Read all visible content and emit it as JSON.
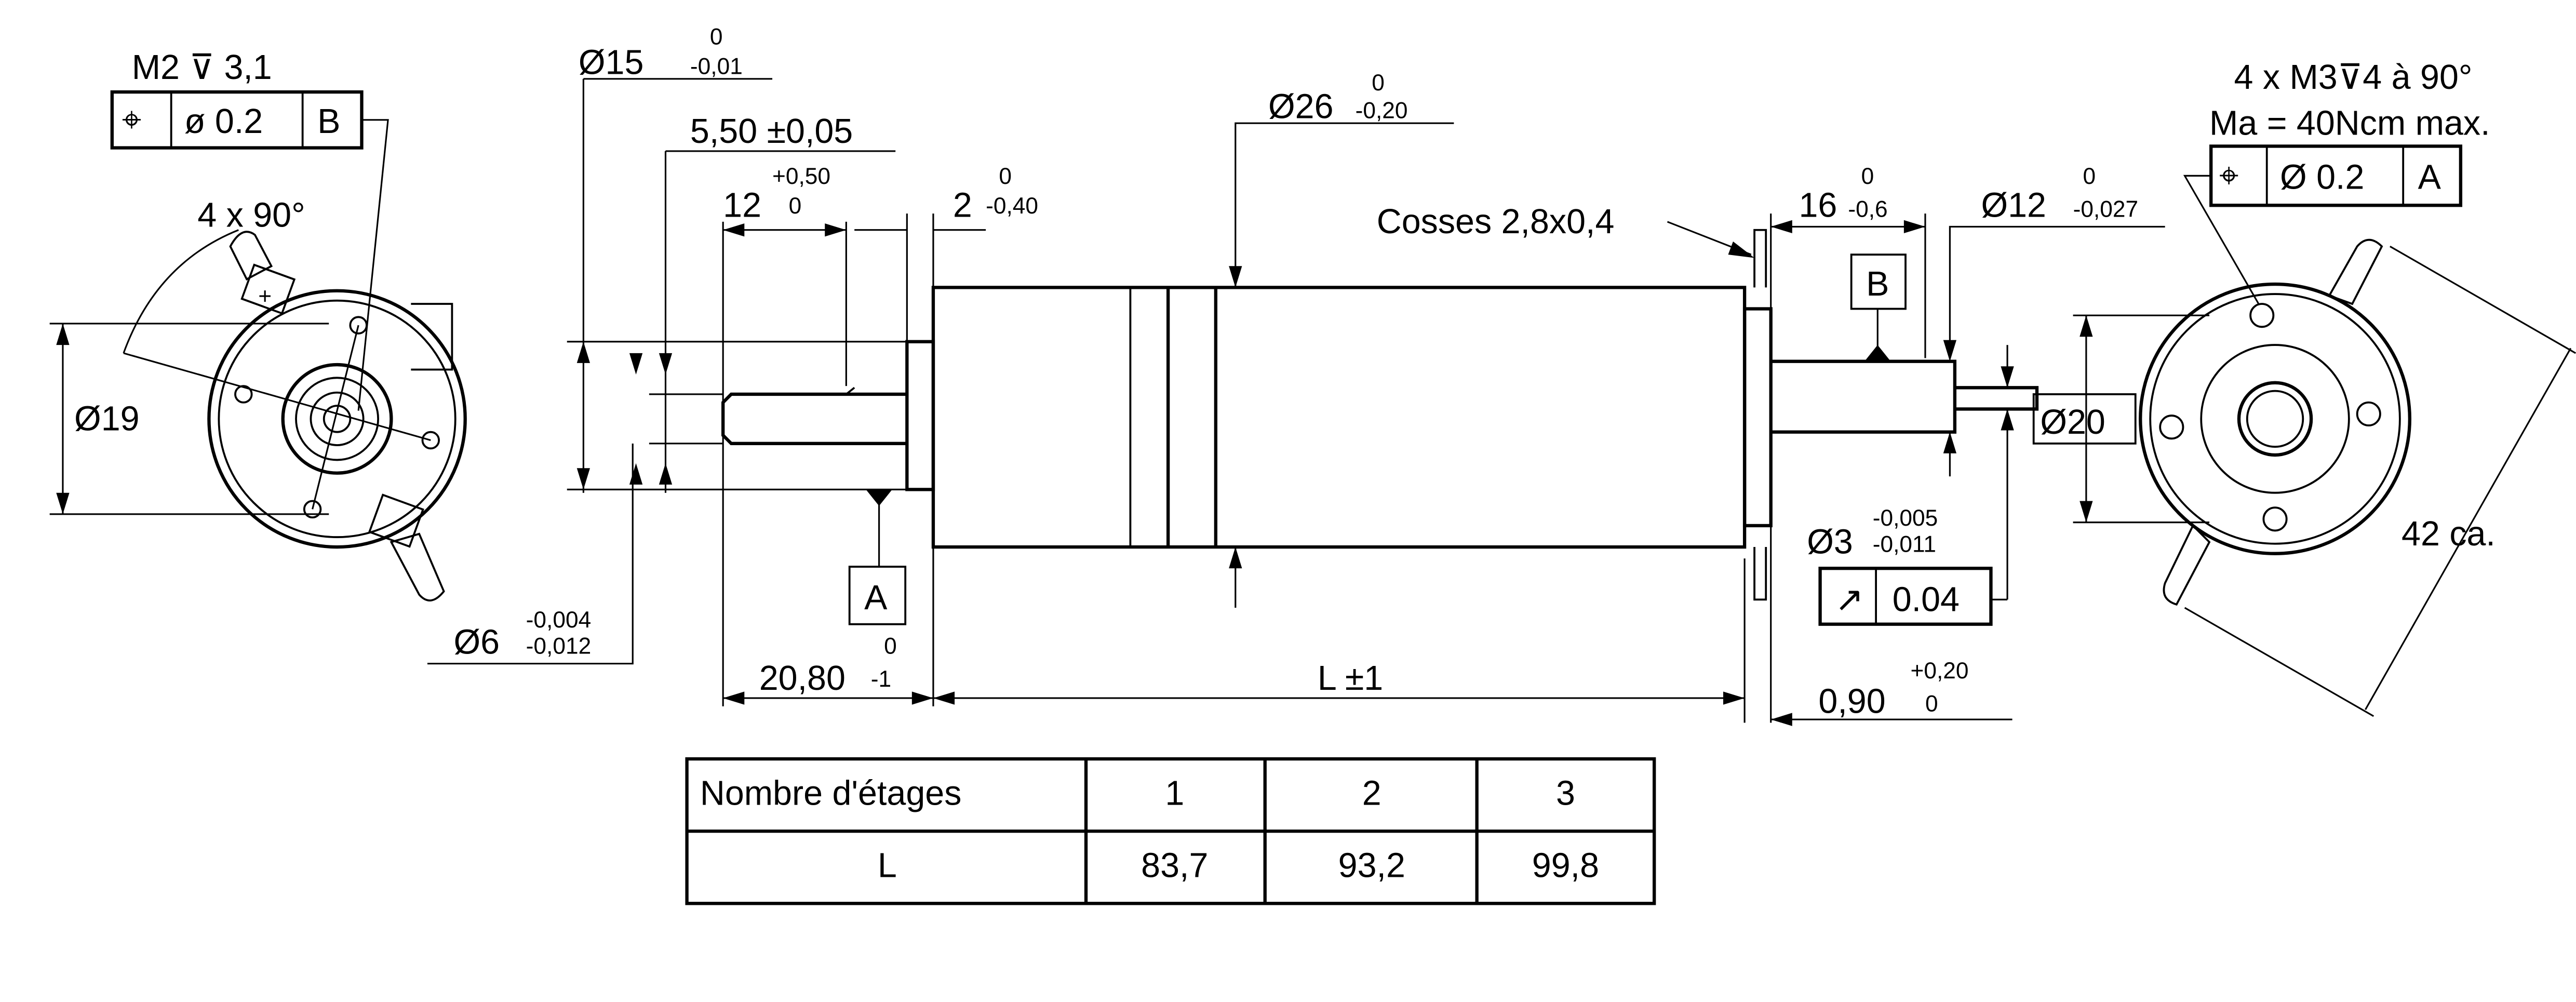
{
  "left_view": {
    "thread_note": "M2 ⊽ 3,1",
    "fcf": {
      "symbol": "⌖",
      "tolerance": "ø 0.2",
      "datum": "B"
    },
    "angle_note": "4 x 90°",
    "dia19": "Ø19",
    "dia6": {
      "nominal": "Ø6",
      "upper": "-0,004",
      "lower": "-0,012"
    },
    "terminal_plus": "+"
  },
  "side_view": {
    "dia15": {
      "nominal": "Ø15",
      "upper": "0",
      "lower": "-0,01"
    },
    "len550": "5,50 ±0,05",
    "len12": {
      "nominal": "12",
      "upper": "+0,50",
      "lower": "0"
    },
    "len2": {
      "nominal": "2",
      "upper": "0",
      "lower": "-0,40"
    },
    "dia26": {
      "nominal": "Ø26",
      "upper": "0",
      "lower": "-0,20"
    },
    "cosses": "Cosses 2,8x0,4",
    "len16": {
      "nominal": "16",
      "upper": "0",
      "lower": "-0,6"
    },
    "dia12": {
      "nominal": "Ø12",
      "upper": "0",
      "lower": "-0,027"
    },
    "datum_a": "A",
    "datum_b": "B",
    "dia3": {
      "nominal": "Ø3",
      "upper": "-0,005",
      "lower": "-0,011"
    },
    "runout_fcf": {
      "symbol": "↗",
      "tolerance": "0.04"
    },
    "len2080": {
      "nominal": "20,80",
      "upper": "0",
      "lower": "-1"
    },
    "length_l": "L ±1",
    "len090": {
      "nominal": "0,90",
      "upper": "+0,20",
      "lower": "0"
    }
  },
  "right_view": {
    "thread_note": "4 x M3⊽4 à 90°",
    "torque_note": "Ma = 40Ncm max.",
    "fcf": {
      "symbol": "⌖",
      "tolerance": "Ø 0.2",
      "datum": "A"
    },
    "dia20": "Ø20",
    "approx42": "42 ca."
  },
  "table": {
    "headers": [
      "Nombre d'étages",
      "1",
      "2",
      "3"
    ],
    "row": [
      "L",
      "83,7",
      "93,2",
      "99,8"
    ]
  }
}
